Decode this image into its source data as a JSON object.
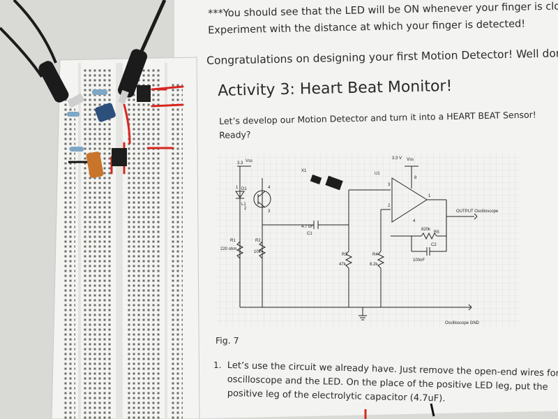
{
  "document": {
    "note_line1": "***You should see that the LED will be ON whenever your finger is closer.",
    "note_line2": "Experiment with the distance at which your finger is detected!",
    "congrats": "Congratulations on designing your first Motion Detector! Well done!",
    "activity_title": "Activity 3:  Heart Beat Monitor!",
    "intro_line1": "Let’s develop our Motion Detector and turn it into a HEART BEAT Sensor!",
    "intro_line2": "Ready?",
    "figure_caption": "Fig. 7",
    "step_number": "1.",
    "step_line1": "Let’s use the circuit we already have. Just remove the open-end wires for the",
    "step_line2": "oscilloscope and the LED. On the place of the positive LED leg, put the",
    "step_line3": "positive leg of the electrolytic capacitor (4.7uF)."
  },
  "schematic": {
    "labels": {
      "vcc_left": "3.3",
      "vcc_left_tag": "Vss",
      "x1": "X1",
      "u1": "U1",
      "vcc_right": "3.3 V",
      "vcc_right_tag": "Vss",
      "d1": "D1",
      "l1": "L1",
      "c1_value": "4.7 uF",
      "c1": "C1",
      "r1": "R1",
      "r1_value": "220 ohm",
      "r2": "R2",
      "r2_value": "10k",
      "r3": "R3",
      "r3_value": "47k",
      "r4": "R4",
      "r4_value": "8.2k",
      "r5": "R5",
      "r5_value": "820k",
      "c2": "C2",
      "c2_value": "100nF",
      "output": "OUTPUT Oscilloscope",
      "ground": "Oscilloscope GND",
      "pin1": "1",
      "pin2": "2",
      "pin3": "3",
      "pin4": "4",
      "pin8": "8"
    }
  },
  "colors": {
    "paper": "#f3f3f1",
    "breadboard": "#f4f4f2",
    "wire_red": "#d7261f",
    "probe": "#1b1b1b",
    "capacitor": "#2d4f7c",
    "photo_sensor": "#c9742b"
  }
}
